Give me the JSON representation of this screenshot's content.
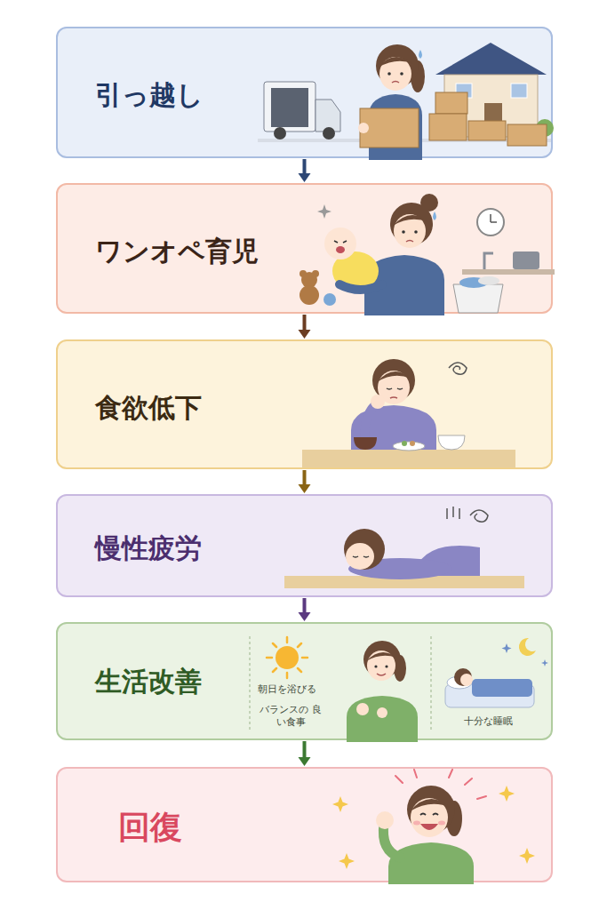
{
  "diagram": {
    "nodes": [
      {
        "text": [
          "引っ越し"
        ]
      },
      {
        "text": [
          "ワンオペ育児"
        ]
      },
      {
        "text": [
          "食欲低下"
        ]
      },
      {
        "text": [
          "慢性疲労"
        ]
      },
      {
        "text": [
          "生活改善",
          "朝日を浴びる",
          "バランスの 良い食事",
          "十分な睡眠"
        ]
      },
      {
        "text": [
          "回復"
        ]
      }
    ],
    "edges": [
      {
        "from": 0,
        "to": 1,
        "arrow": "to"
      },
      {
        "from": 1,
        "to": 2,
        "arrow": "to"
      },
      {
        "from": 2,
        "to": 3,
        "arrow": "to"
      },
      {
        "from": 3,
        "to": 4,
        "arrow": "to"
      },
      {
        "from": 4,
        "to": 5,
        "arrow": "to"
      }
    ]
  }
}
